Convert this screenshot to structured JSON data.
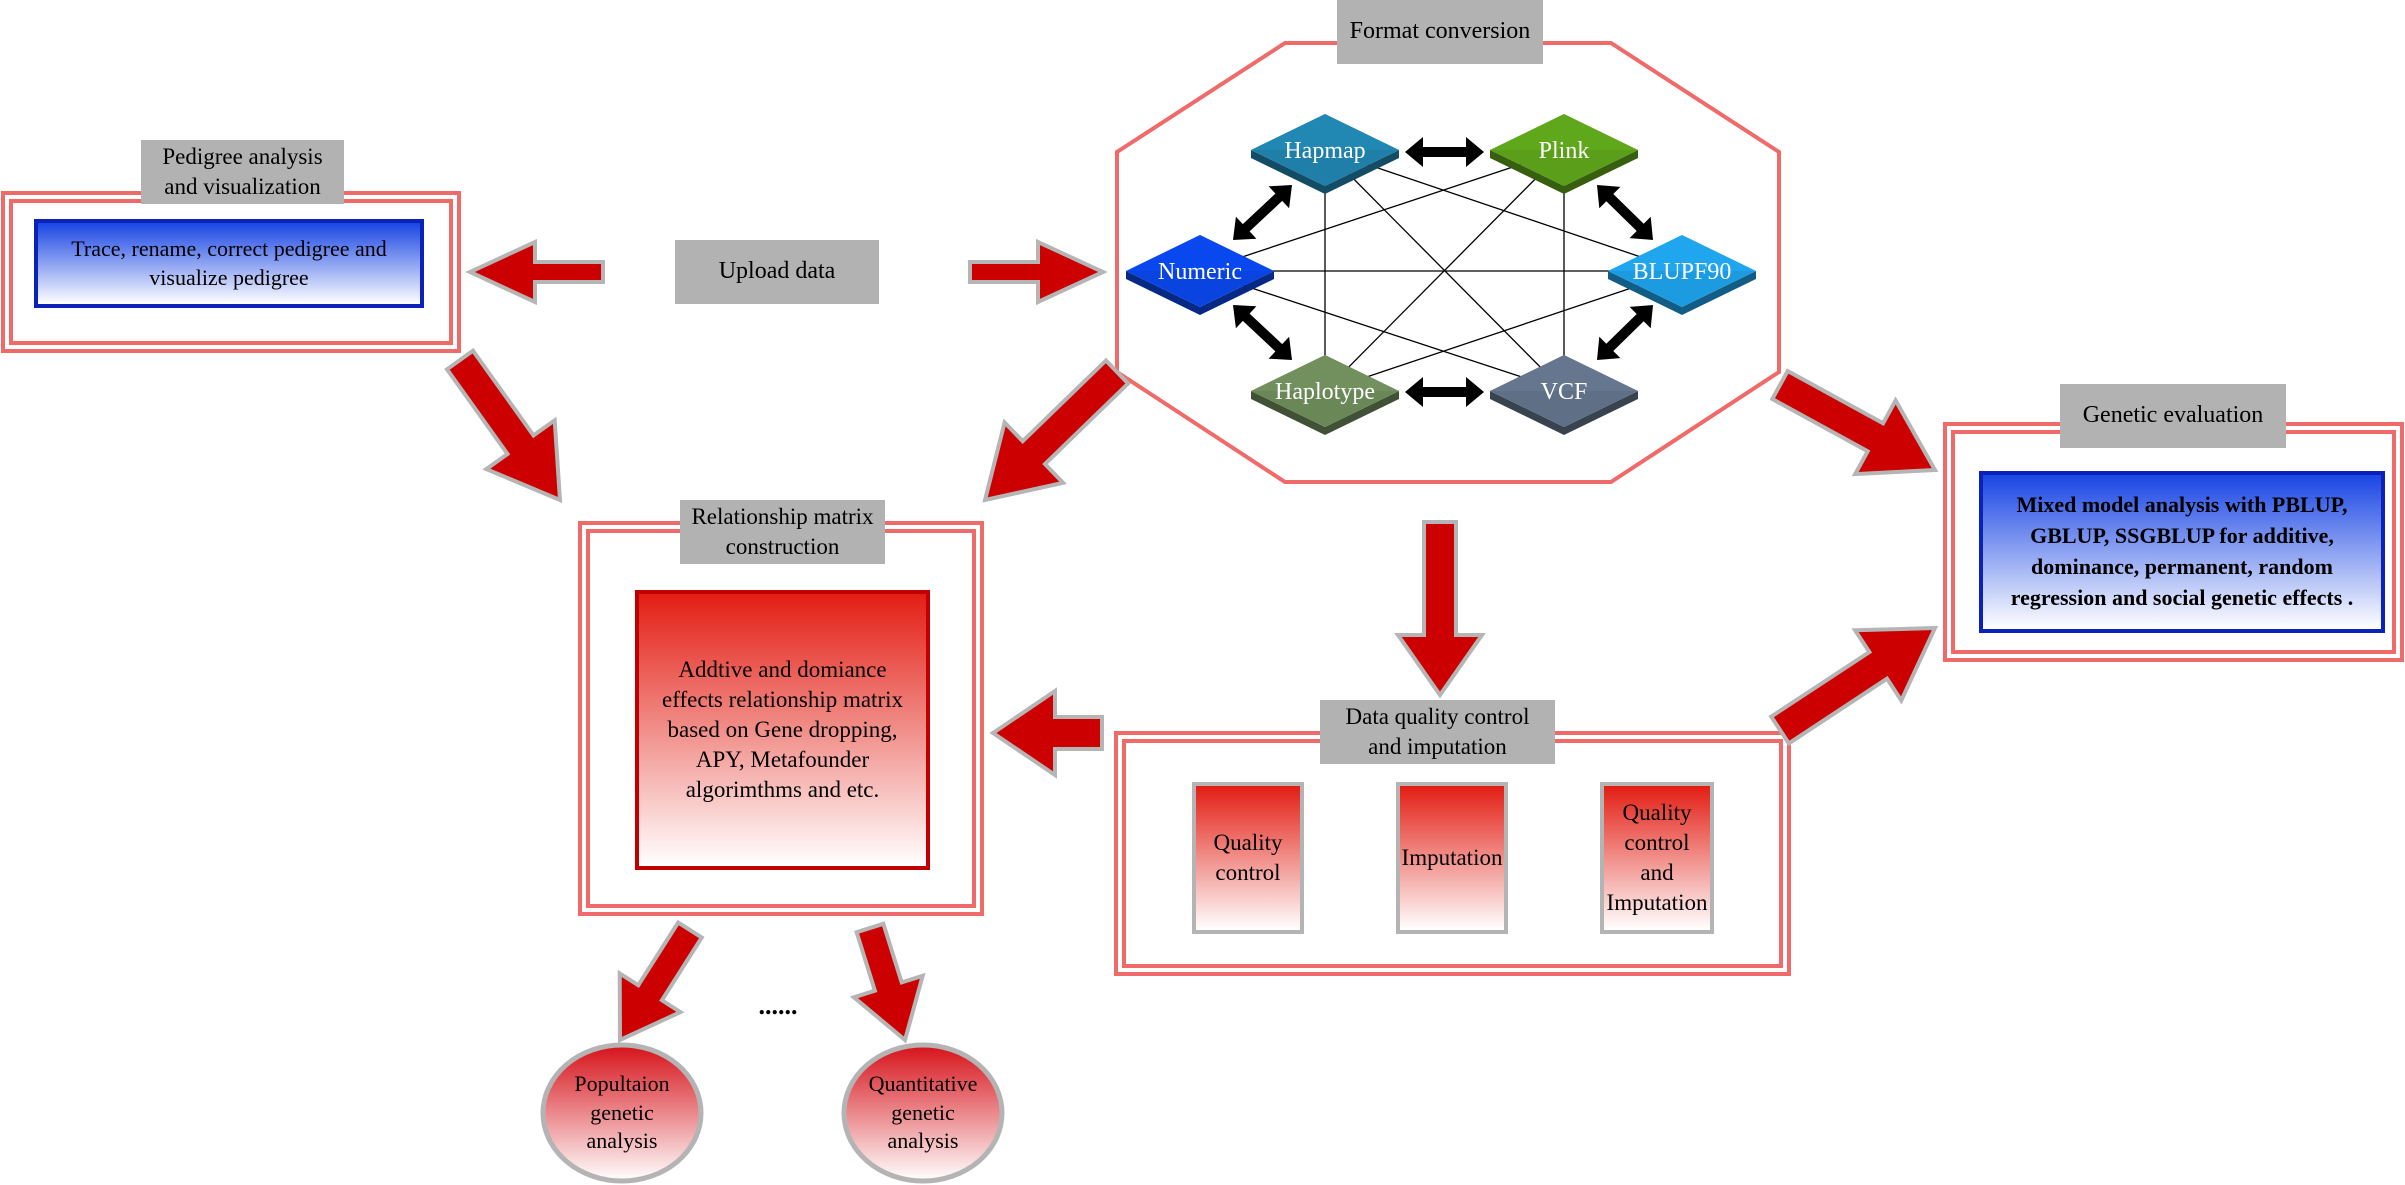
{
  "diagram": {
    "upload": "Upload data",
    "pedigree": {
      "title": "Pedigree analysis\nand visualization",
      "body": "Trace, rename, correct pedigree and\nvisualize pedigree"
    },
    "format": {
      "title": "Format conversion",
      "nodes": {
        "hapmap": "Hapmap",
        "plink": "Plink",
        "numeric": "Numeric",
        "blupf90": "BLUPF90",
        "haplotype": "Haplotype",
        "vcf": "VCF"
      }
    },
    "genetic": {
      "title": "Genetic evaluation",
      "body": "Mixed model analysis with PBLUP,\nGBLUP, SSGBLUP for additive,\ndominance, permanent, random\nregression and social genetic effects ."
    },
    "relationship": {
      "title": "Relationship matrix\nconstruction",
      "body": "Addtive and domiance\neffects relationship matrix\nbased on Gene dropping,\nAPY, Metafounder\nalgorimthms and etc."
    },
    "qc": {
      "title": "Data quality control\nand imputation",
      "items": [
        "Quality\ncontrol",
        "Imputation",
        "Quality\ncontrol\nand\nImputation"
      ]
    },
    "ellipsis": "......",
    "outputs": [
      "Popultaion\ngenetic\nanalysis",
      "Quantitative\ngenetic\nanalysis"
    ]
  },
  "colors": {
    "frame": "#f06a6a",
    "arrow": "#cc0000",
    "hapmap": "#1f7fa8",
    "plink": "#5a9e1a",
    "numeric": "#0a44e0",
    "blupf90": "#1d9be0",
    "haplotype": "#6a8758",
    "vcf": "#5f6f86"
  }
}
